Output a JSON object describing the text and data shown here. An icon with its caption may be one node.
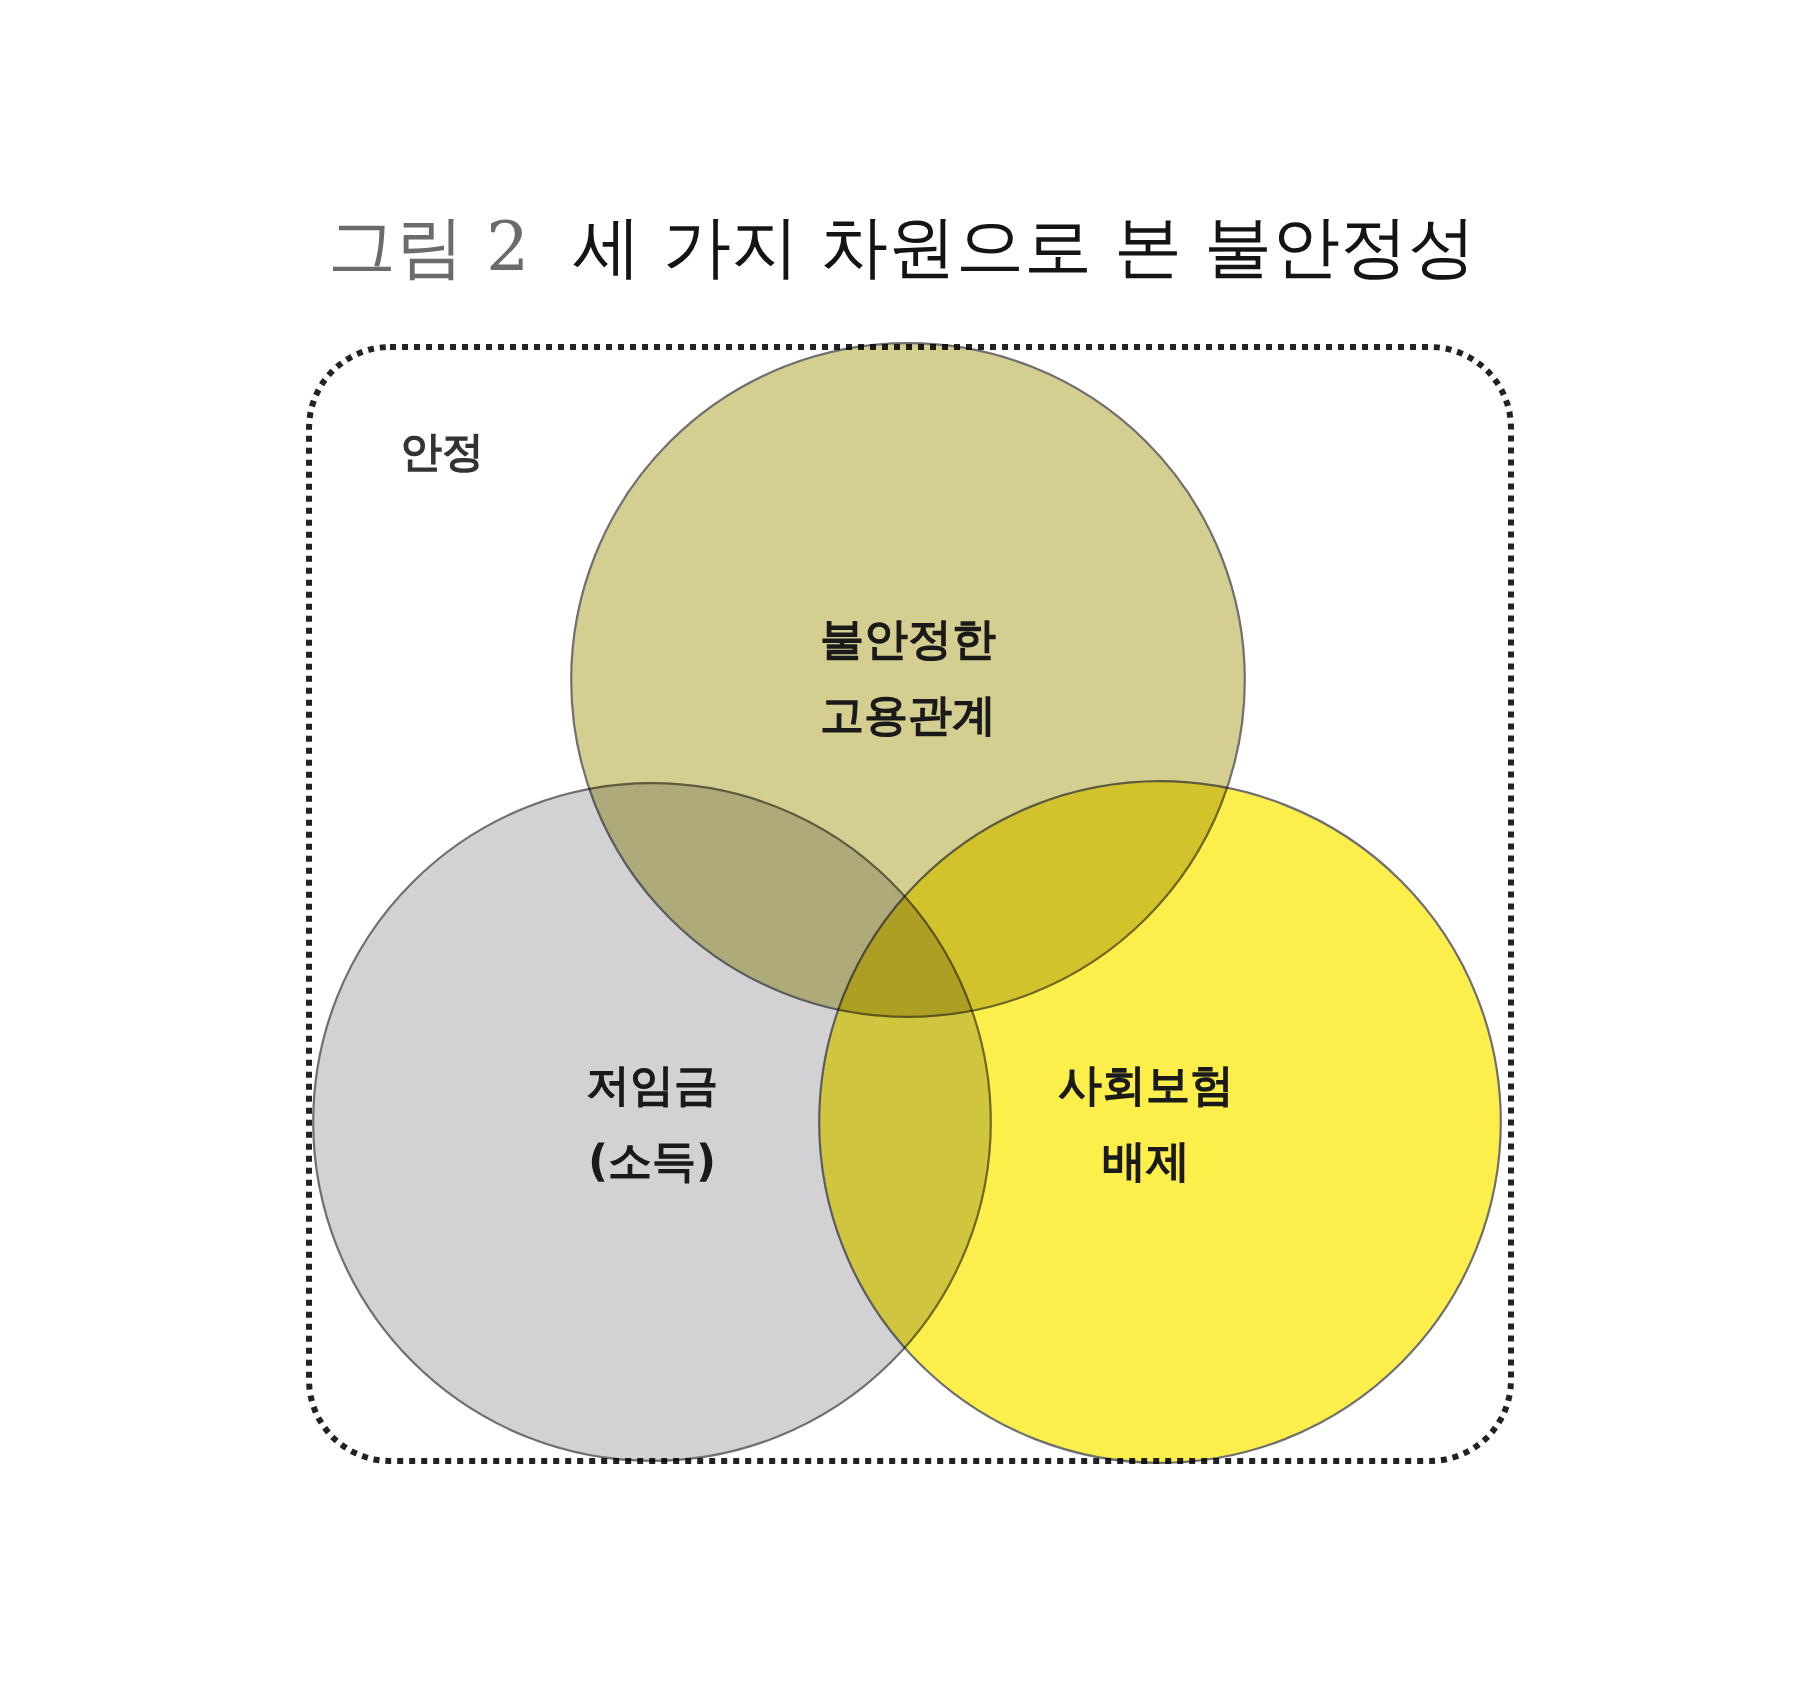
{
  "diagram": {
    "title": "세 가지 차원으로 본 불안정성",
    "nodes": [
      {
        "text": [
          "안정"
        ]
      },
      {
        "text": [
          "불안정한 고용관계"
        ],
        "in": 0
      },
      {
        "text": [
          "저임금 (소득)"
        ],
        "in": 0
      },
      {
        "text": [
          "사회보험 배제"
        ],
        "in": 0
      }
    ],
    "labels": [
      "그림 2"
    ]
  }
}
